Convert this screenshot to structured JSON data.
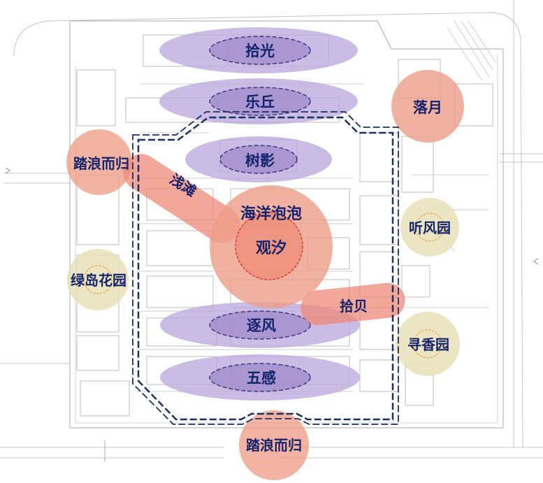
{
  "zones": {
    "shiguang": "拾光",
    "leqiu": "乐丘",
    "shuying": "树影",
    "qiantan": "浅滩",
    "haiyang_paopao": "海洋泡泡",
    "guanxi": "观汐",
    "shibei": "拾贝",
    "zhufeng": "逐风",
    "wugan": "五感",
    "luoyue": "落月",
    "tinfengyuan": "听风园",
    "xunxiangyuan": "寻香园",
    "lvdao_huayuan": "绿岛花园",
    "talang_ergui_west": "踏浪而归",
    "talang_ergui_south": "踏浪而归"
  },
  "colors": {
    "purple_band": "#b9a6dc",
    "purple_core": "#9b86c9",
    "purple_dash": "#3b2f7a",
    "coral": "#ee9e88",
    "coral_strong": "#e47462",
    "khaki": "#e7e1b8",
    "orange_dash": "#f0a030",
    "red_dash": "#d9302a",
    "boundary_dash": "#1b2f63",
    "label": "#14236b",
    "linework": "#b9b9b9"
  }
}
